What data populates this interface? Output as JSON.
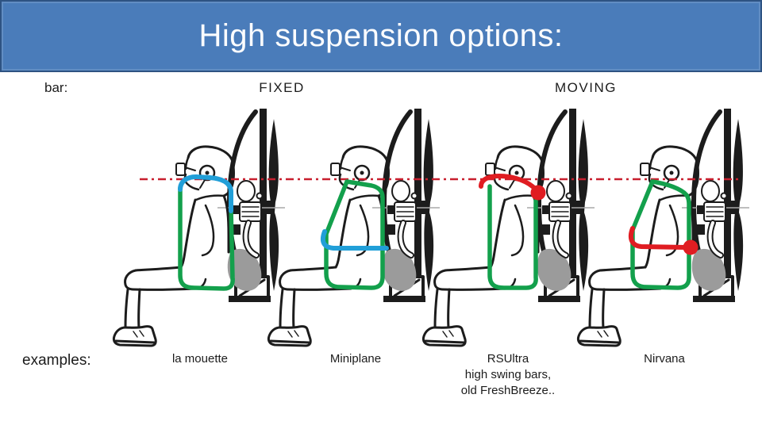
{
  "slide": {
    "title": "High suspension options:"
  },
  "labels": {
    "bar": "bar:",
    "fixed": "FIXED",
    "moving": "MOVING",
    "examples": "examples:"
  },
  "figures": [
    {
      "id": "la-mouette",
      "group": "FIXED",
      "bar_color": "blue",
      "has_pivot_dot": false,
      "label_lines": [
        "la mouette"
      ]
    },
    {
      "id": "miniplane",
      "group": "FIXED",
      "bar_color": "blue",
      "has_pivot_dot": false,
      "label_lines": [
        "Miniplane"
      ]
    },
    {
      "id": "rsultra",
      "group": "MOVING",
      "bar_color": "red",
      "has_pivot_dot": true,
      "label_lines": [
        "RSUltra",
        "high swing bars,",
        "old FreshBreeze.."
      ]
    },
    {
      "id": "nirvana",
      "group": "MOVING",
      "bar_color": "red",
      "has_pivot_dot": true,
      "label_lines": [
        "Nirvana"
      ]
    }
  ],
  "colors": {
    "banner_fill": "#4a7cba",
    "banner_border": "#2e5382",
    "title_text": "#fbfcfe",
    "text": "#1c1c1c",
    "line_art": "#1c1c1c",
    "harness_green": "#13a04c",
    "fixed_bar_blue": "#219fd8",
    "moving_bar_red": "#e01d22",
    "reference_line_red": "#c81f2e",
    "machine_gray": "#9b9b9b"
  }
}
